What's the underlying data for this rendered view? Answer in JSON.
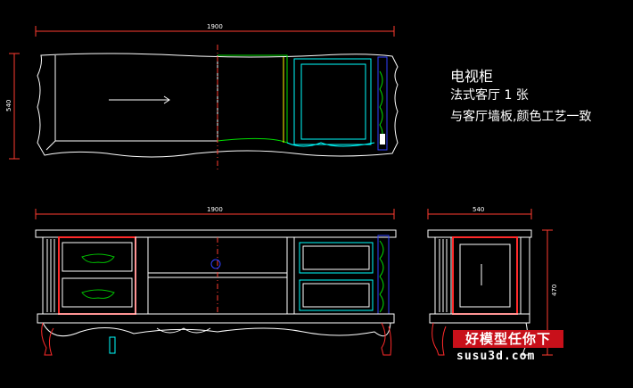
{
  "notes": {
    "title": "电视柜",
    "line1": "法式客厅 1 张",
    "line2": "与客厅墙板,颜色工艺一致"
  },
  "dimensions": {
    "top_width": "1900",
    "top_depth": "540",
    "front_width": "1900",
    "side_depth": "540",
    "side_height": "470"
  },
  "watermark": {
    "brand": "好模型任你下",
    "url": "susu3d.com"
  },
  "colors": {
    "background": "#000000",
    "outline": "#ffffff",
    "dimension": "#ff3b30",
    "door_panel": "#00ffff",
    "drawer_front": "#ff2a2a",
    "handle": "#00c000",
    "center_line": "#ff3b30",
    "highlight": "#ffff00",
    "accent_blue": "#3040ff"
  }
}
